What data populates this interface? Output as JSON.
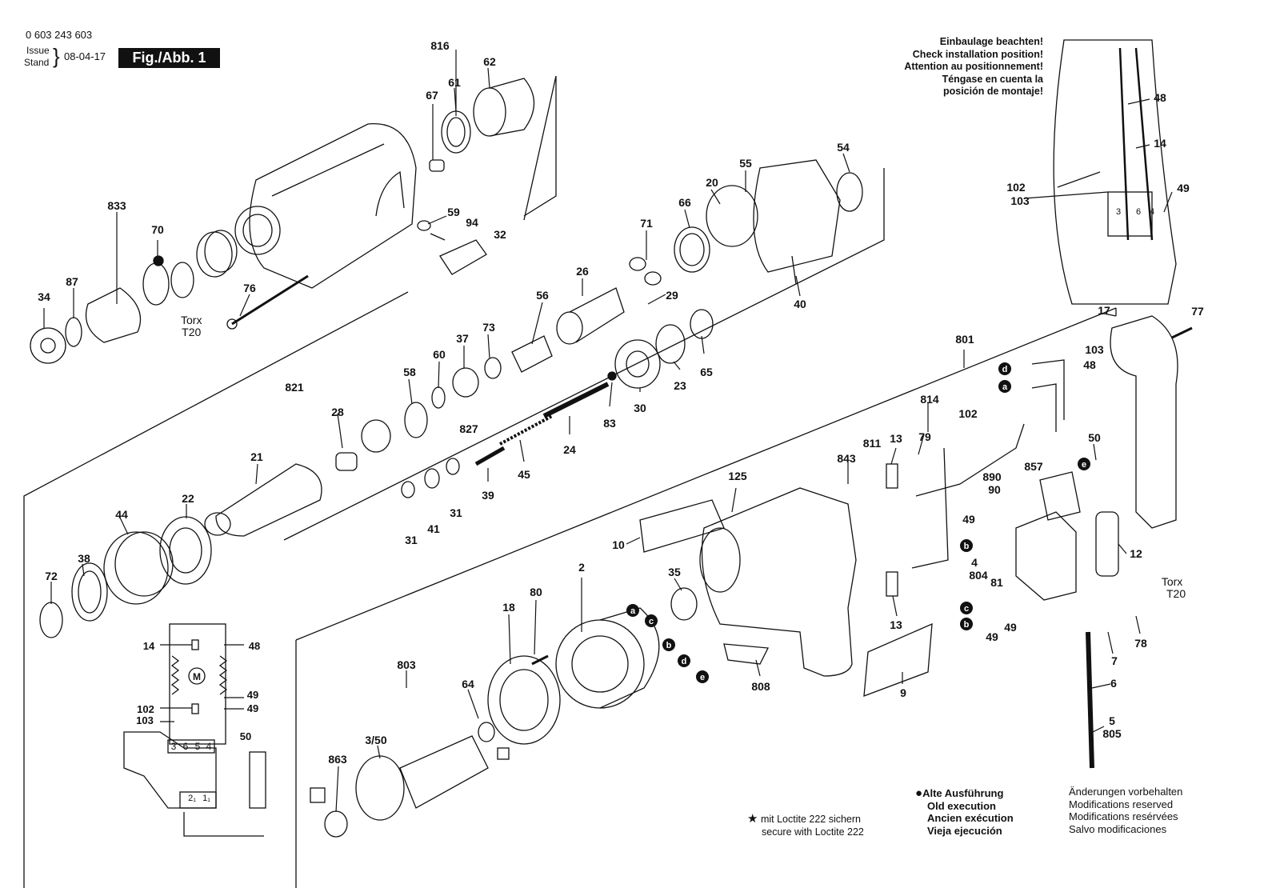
{
  "header": {
    "doc_number": "0 603 243 603",
    "issue_label_1": "Issue",
    "issue_label_2": "Stand",
    "issue_date": "08-04-17",
    "figure_label": "Fig./Abb. 1"
  },
  "installation_note": {
    "lines": [
      "Einbaulage beachten!",
      "Check installation position!",
      "Attention au positionnement!",
      "Téngase en cuenta la",
      "posición de montaje!"
    ]
  },
  "torx_labels": [
    {
      "name": "Torx",
      "size": "T20"
    },
    {
      "name": "Torx",
      "size": "T20"
    }
  ],
  "part_numbers": [
    "816",
    "62",
    "61",
    "67",
    "833",
    "70",
    "59",
    "94",
    "32",
    "34",
    "87",
    "76",
    "54",
    "55",
    "20",
    "66",
    "71",
    "26",
    "29",
    "40",
    "56",
    "37",
    "73",
    "60",
    "58",
    "821",
    "28",
    "21",
    "22",
    "44",
    "38",
    "72",
    "65",
    "23",
    "30",
    "83",
    "24",
    "45",
    "39",
    "31",
    "41",
    "31",
    "827",
    "17",
    "77",
    "801",
    "103",
    "48",
    "814",
    "102",
    "79",
    "13",
    "811",
    "843",
    "125",
    "10",
    "50",
    "890",
    "857",
    "90",
    "49",
    "4",
    "804",
    "81",
    "12",
    "13",
    "9",
    "808",
    "2",
    "35",
    "18",
    "80",
    "803",
    "64",
    "3/50",
    "863",
    "7",
    "78",
    "6",
    "5",
    "805",
    "49",
    "49",
    "14",
    "48",
    "49",
    "49",
    "102",
    "103",
    "50",
    "48",
    "14",
    "102",
    "103",
    "49"
  ],
  "wiring_terminals": [
    "3",
    "6",
    "5",
    "4"
  ],
  "switch_terminals": [
    "2₁",
    "1₁"
  ],
  "motor_symbol": "M",
  "wire_markers": [
    "a",
    "b",
    "c",
    "d",
    "e"
  ],
  "legend_old_execution": {
    "lines": [
      "Alte Ausführung",
      "Old execution",
      "Ancien exécution",
      "Vieja ejecución"
    ]
  },
  "loctite_note": {
    "lines": [
      "mit Loctite 222 sichern",
      "secure with Loctite 222"
    ]
  },
  "modifications_note": {
    "lines": [
      "Änderungen vorbehalten",
      "Modifications reserved",
      "Modifications resérvées",
      "Salvo modificaciones"
    ]
  }
}
